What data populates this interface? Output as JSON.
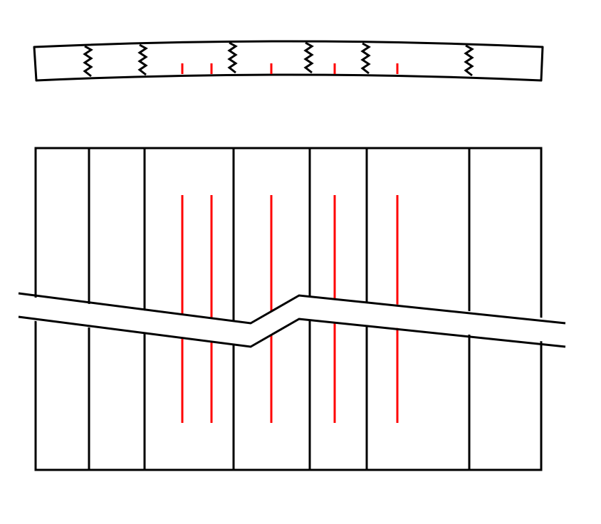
{
  "colors": {
    "background": "#ffffff",
    "outline": "#000000",
    "marker": "#ff0000"
  },
  "elements": {
    "section_view": "curved-strip-section",
    "plan_view": "vertical-panel-plan",
    "break_line": "z-break-symbol",
    "joint_marks": "zigzag-joint-icon",
    "reference_lines": "red-reference-line"
  }
}
